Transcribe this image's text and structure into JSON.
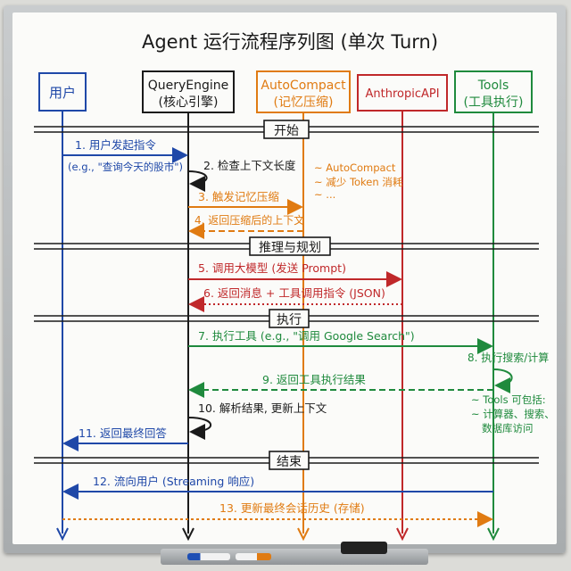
{
  "title": "Agent 运行流程序列图 (单次 Turn)",
  "participants": [
    {
      "id": "user",
      "lines": [
        "用户"
      ],
      "color": "#1f48a8"
    },
    {
      "id": "qe",
      "lines": [
        "QueryEngine",
        "(核心引擎)"
      ],
      "color": "#1a1a1a"
    },
    {
      "id": "ac",
      "lines": [
        "AutoCompact",
        "(记忆压缩)"
      ],
      "color": "#e07b12"
    },
    {
      "id": "api",
      "lines": [
        "AnthropicAPI"
      ],
      "color": "#c0282a"
    },
    {
      "id": "tools",
      "lines": [
        "Tools",
        "(工具执行)"
      ],
      "color": "#1f8a3d"
    }
  ],
  "sections": [
    "开始",
    "推理与规划",
    "执行",
    "结束"
  ],
  "messages": {
    "m1": "1. 用户发起指令",
    "m1_note": "(e.g., \"查询今天的股市\")",
    "m2": "2. 检查上下文长度",
    "m3": "3. 触发记忆压缩",
    "m4": "4. 返回压缩后的上下文",
    "m5": "5. 调用大模型 (发送 Prompt)",
    "m6": "6. 返回消息 + 工具调用指令 (JSON)",
    "m7": "7. 执行工具 (e.g., \"调用 Google Search\")",
    "m8": "8. 执行搜索/计算",
    "m9": "9. 返回工具执行结果",
    "m10": "10. 解析结果, 更新上下文",
    "m11": "11. 返回最终回答",
    "m12": "12. 流向用户 (Streaming 响应)",
    "m13": "13. 更新最终会话历史 (存储)"
  },
  "notes": {
    "ac": [
      "~ AutoCompact",
      "~ 减少 Token 消耗",
      "~ ..."
    ],
    "tools": [
      "~ Tools 可包括:",
      "~ 计算器、搜索、",
      "数据库访问"
    ]
  }
}
